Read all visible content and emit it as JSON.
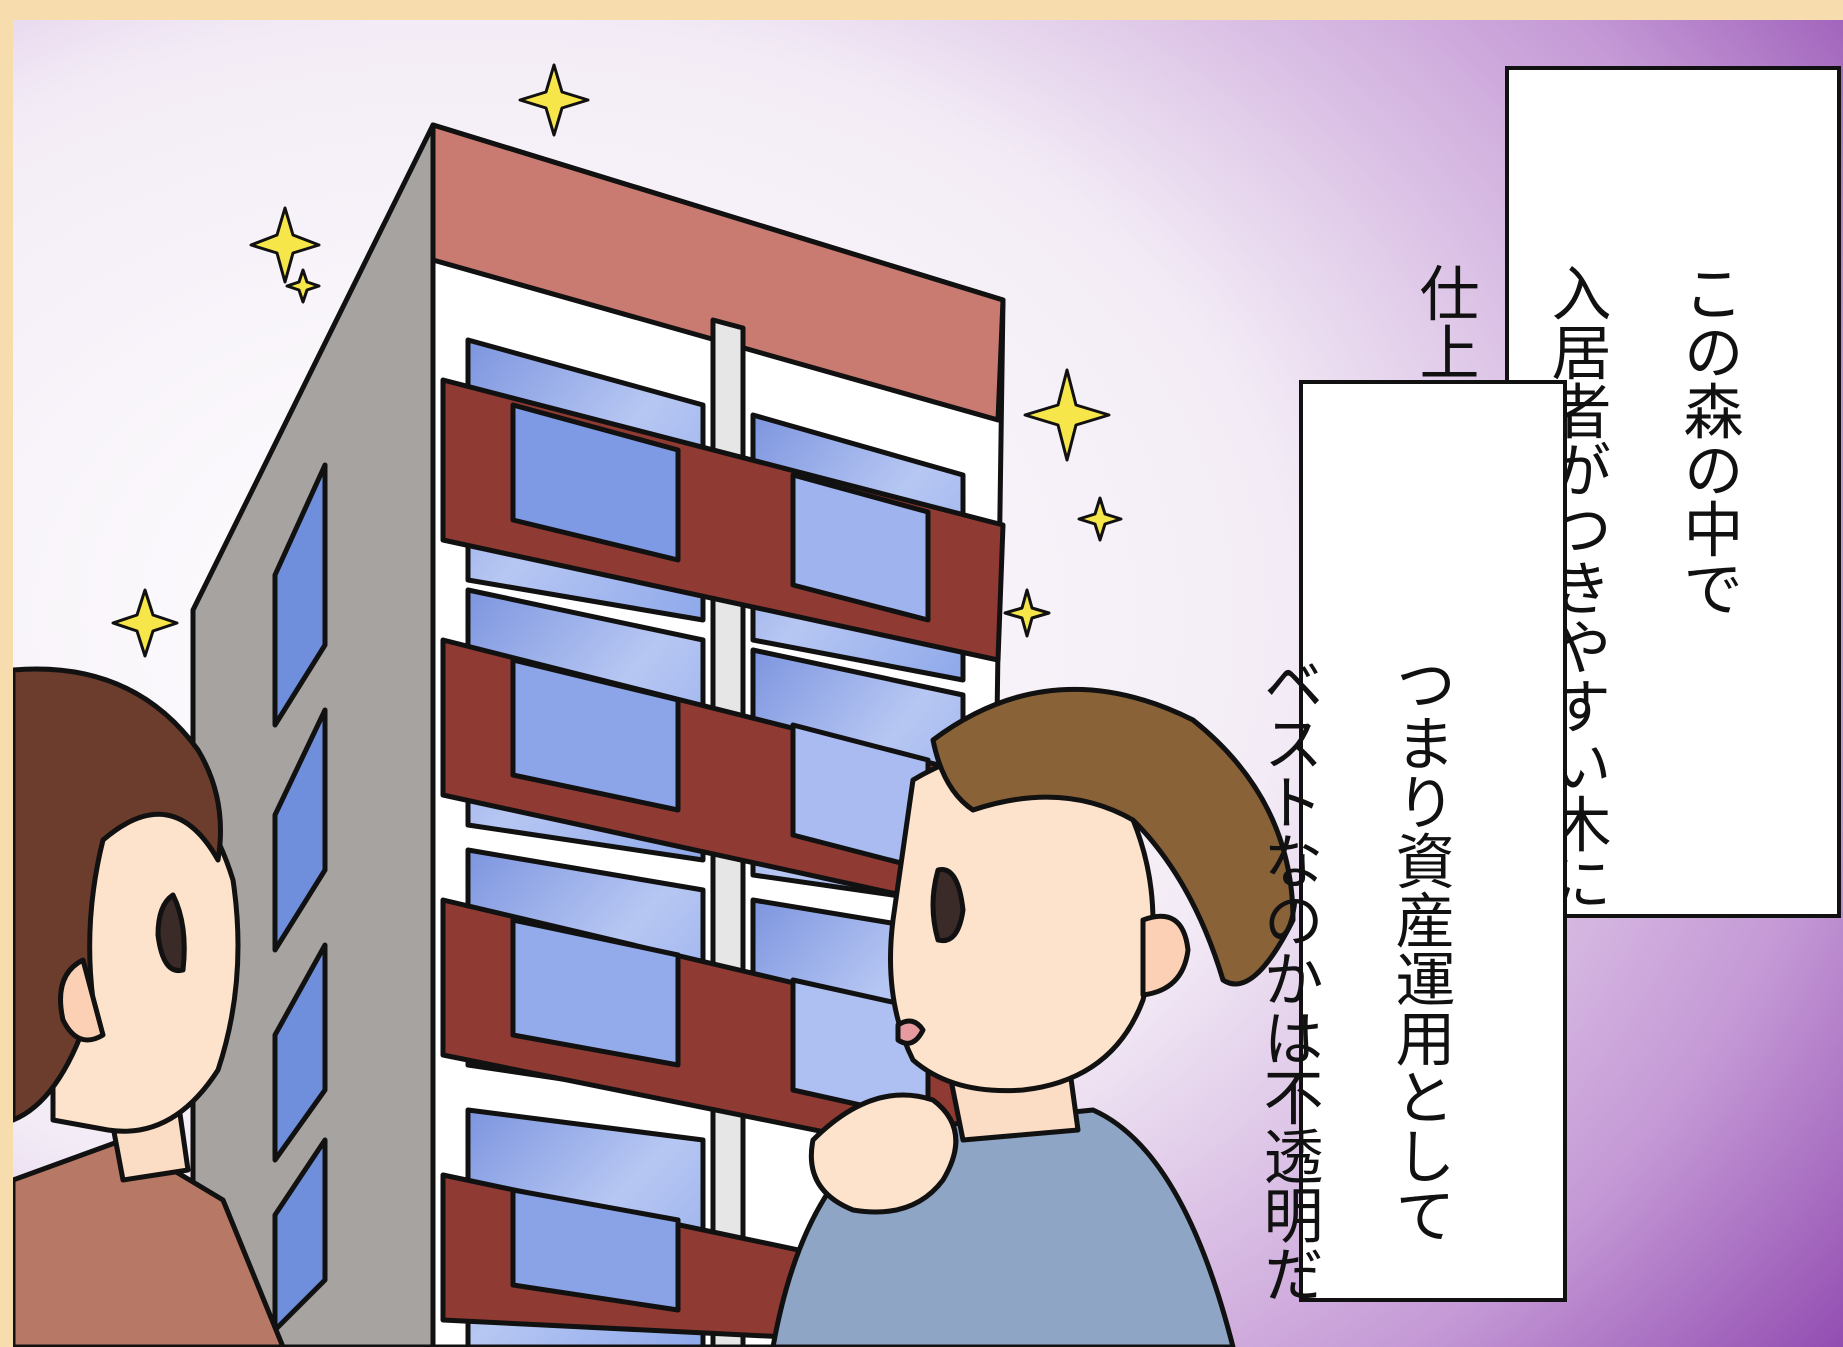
{
  "captions": {
    "upper": {
      "lines": [
        "この森の中で",
        "入居者がつきやすい木に",
        "仕上がるか"
      ]
    },
    "lower": {
      "lines": [
        "つまり資産運用として",
        "ベストなのかは不透明だ"
      ]
    }
  },
  "colors": {
    "page_background": "#f7dcae",
    "sky_light": "#ffffff",
    "sky_purple": "#7f2fa3",
    "building_red": "#8f3a33",
    "building_side": "#a7a3a0",
    "window_blue": "#8fa7e6",
    "woman_hair": "#6c3d2c",
    "man_hair": "#8a6237",
    "man_shirt": "#8ea5c6",
    "skin": "#fde3cc"
  },
  "icons": [
    "sparkle-icon"
  ]
}
